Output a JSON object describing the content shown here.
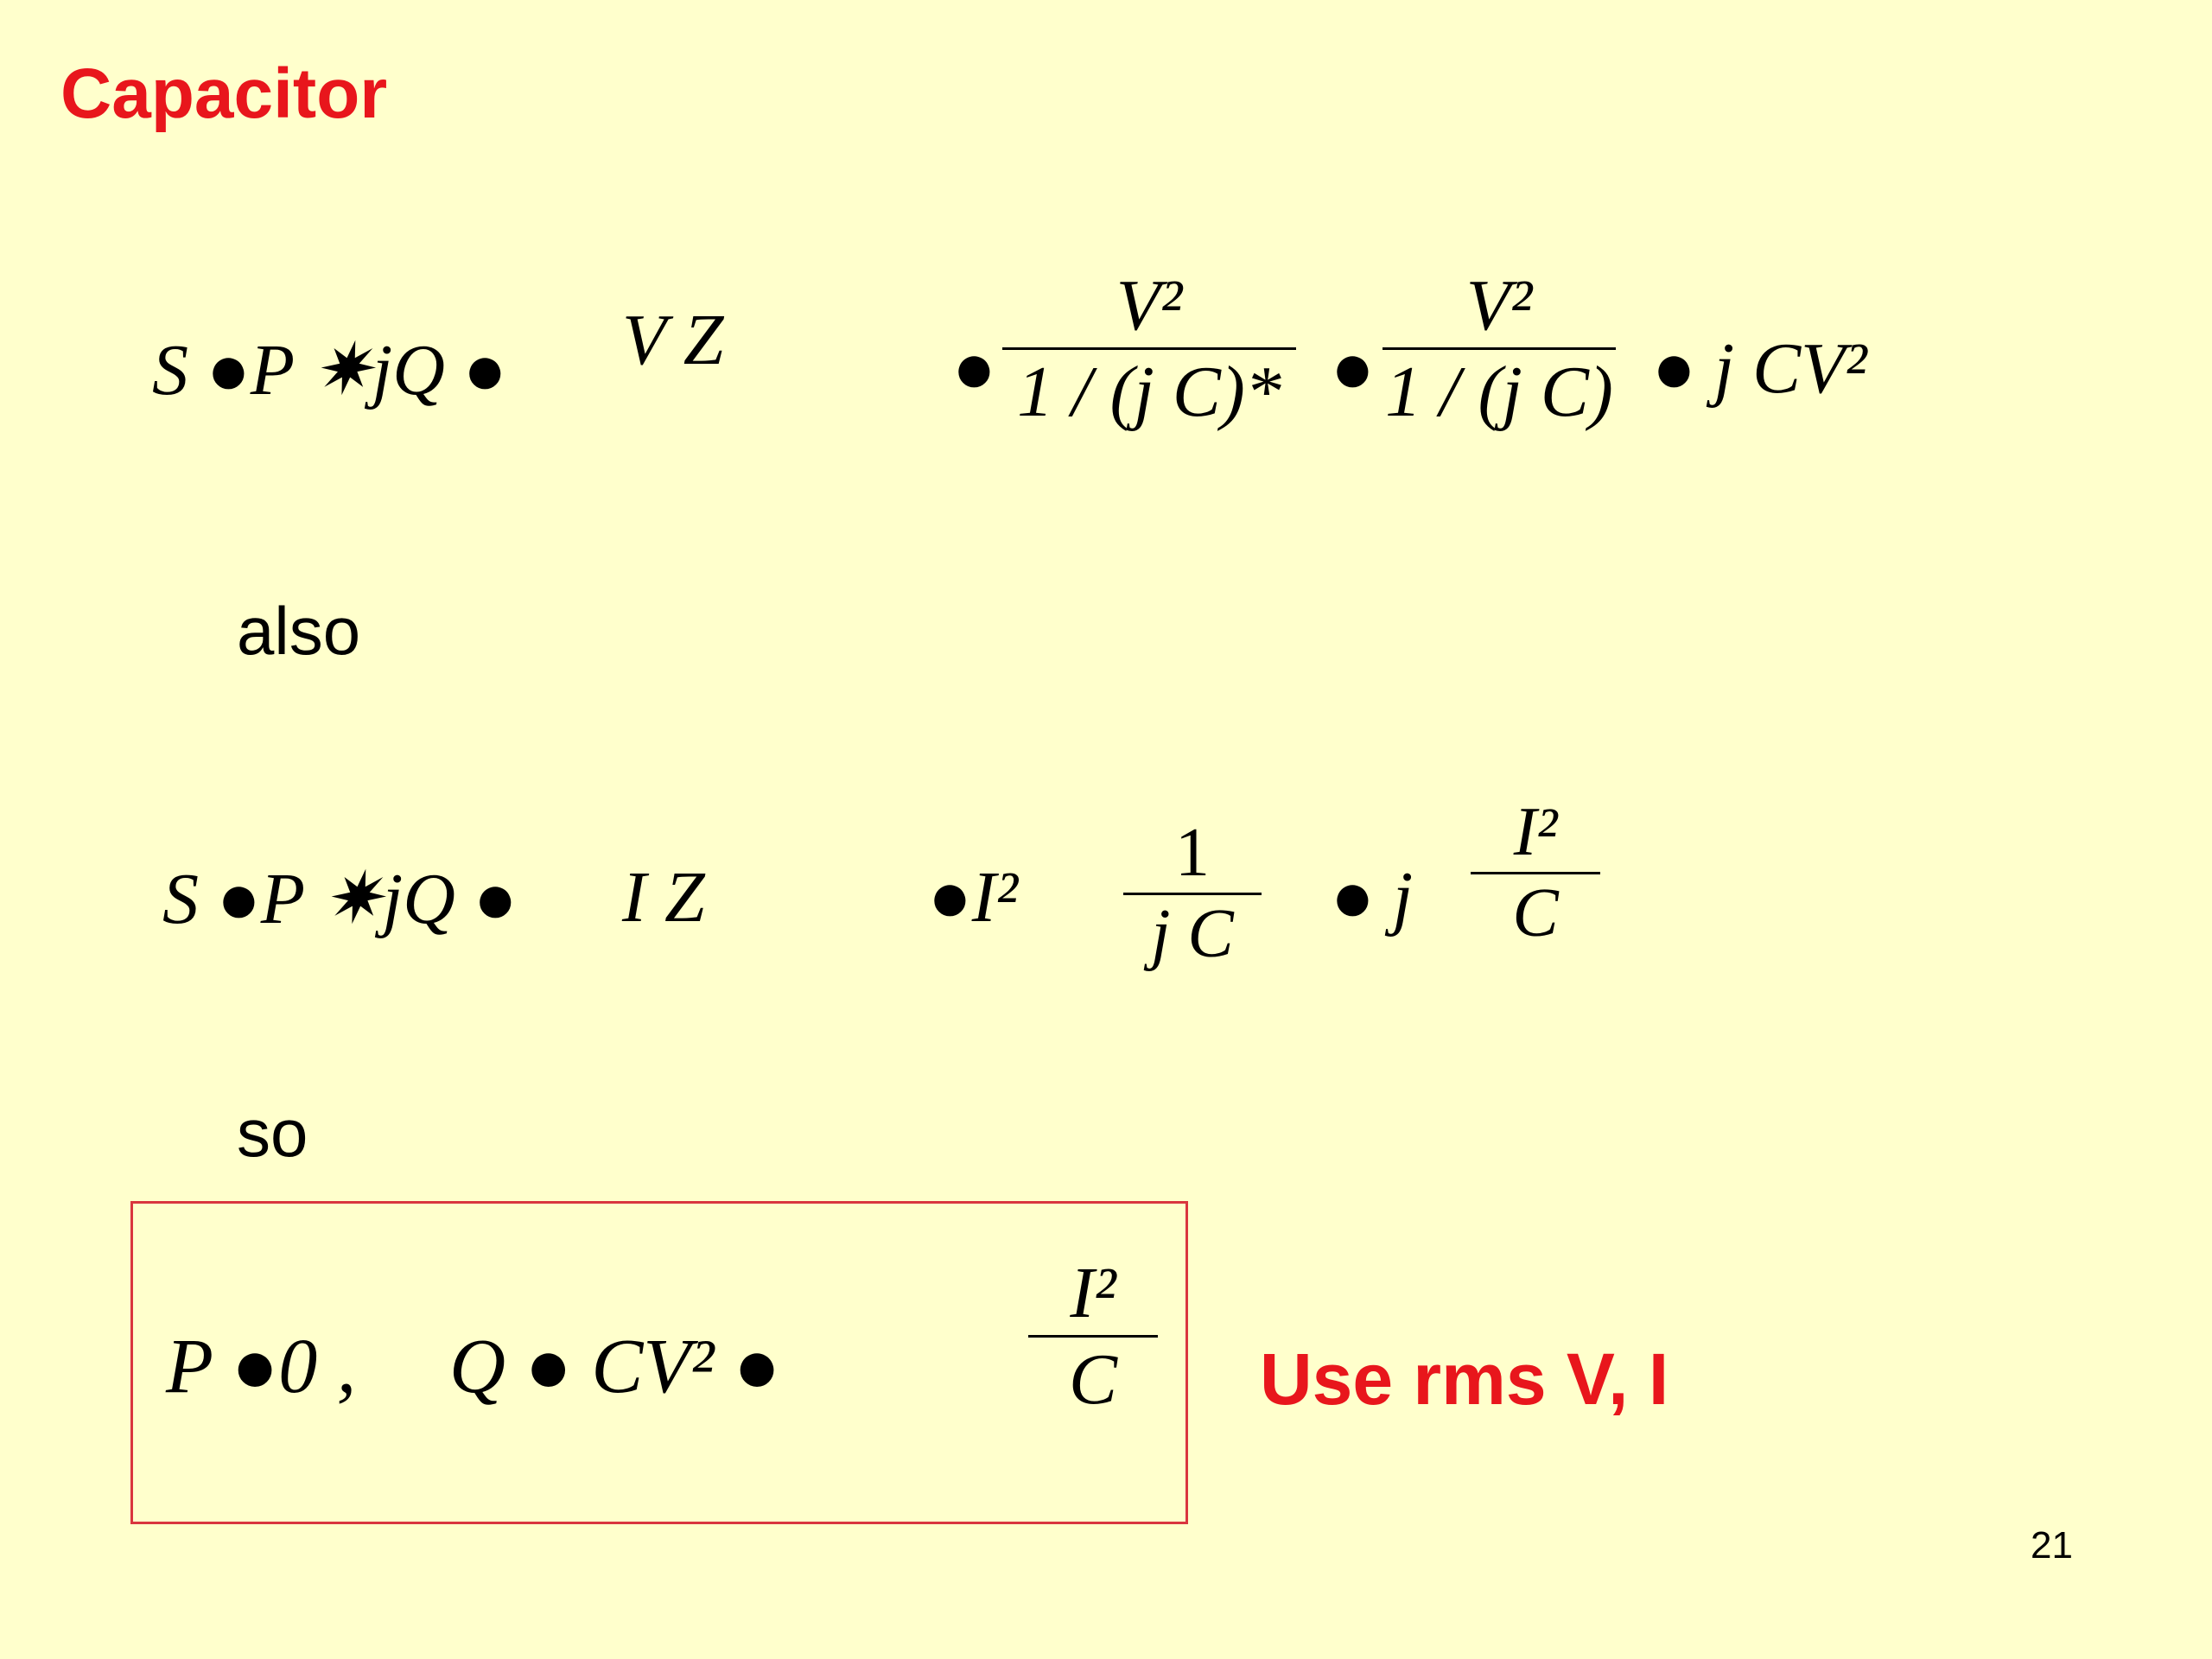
{
  "slide": {
    "title": "Capacitor",
    "page_number": "21",
    "note": "Use rms V, I"
  },
  "text": {
    "also": "also",
    "so": "so"
  },
  "equation1": {
    "lhs": "S ●P ✷jQ ●",
    "mid": "V Z",
    "frac1_num": "V²",
    "frac1_den": "1 / (j C)*",
    "frac2_num": "V²",
    "frac2_den": "1 / (j C)",
    "rhs": "j CV²"
  },
  "equation2": {
    "lhs": "S ●P ✷jQ ●",
    "mid": "I Z",
    "term": "●I²",
    "frac_num": "1",
    "frac_den": "j C",
    "rhs_num": "I²",
    "rhs_den": "C"
  },
  "result": {
    "p": "P ●0 ,",
    "q": "Q ● CV² ●",
    "frac_num": "I²",
    "frac_den": "C"
  },
  "colors": {
    "background": "#FFFFCC",
    "accent_red": "#E8161C",
    "box_border": "#D9363E"
  }
}
